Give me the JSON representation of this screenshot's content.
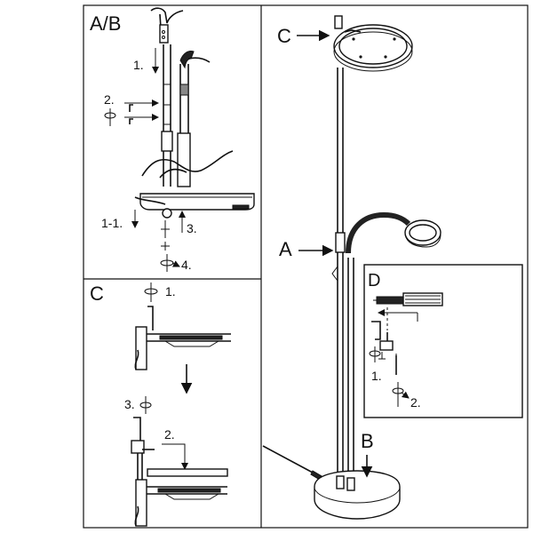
{
  "panels": {
    "ab": {
      "title": "A/B",
      "steps": [
        "1.",
        "2.",
        "1-1.",
        "3.",
        "4."
      ]
    },
    "c": {
      "title": "C",
      "steps": [
        "1.",
        "2.",
        "3."
      ]
    },
    "d": {
      "title": "D",
      "steps": [
        "1.",
        "2."
      ]
    }
  },
  "overview": {
    "label_c": "C",
    "label_a": "A",
    "label_b": "B"
  }
}
